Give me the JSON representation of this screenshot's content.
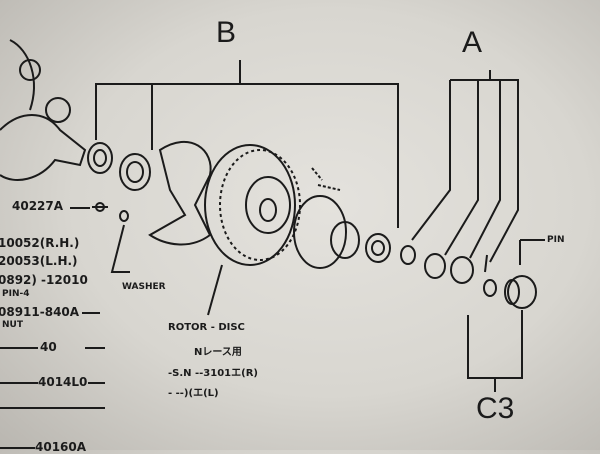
{
  "group_labels": {
    "b": "B",
    "a": "A",
    "c3": "C3"
  },
  "callouts": {
    "pin": "PIN",
    "washer": "WASHER",
    "rotor_disc": "ROTOR - DISC",
    "rotor_note": "Nレース用",
    "rotor_r": "-S.N --3101エ(R)",
    "rotor_l": "- --)(エ(L)"
  },
  "part_numbers": [
    "40227A",
    "10052(R.H.)",
    "20053(L.H.)",
    "0892) -12010",
    "PIN-4",
    "08911-840A",
    "NUT",
    "40",
    "4014L0",
    "40160A"
  ]
}
